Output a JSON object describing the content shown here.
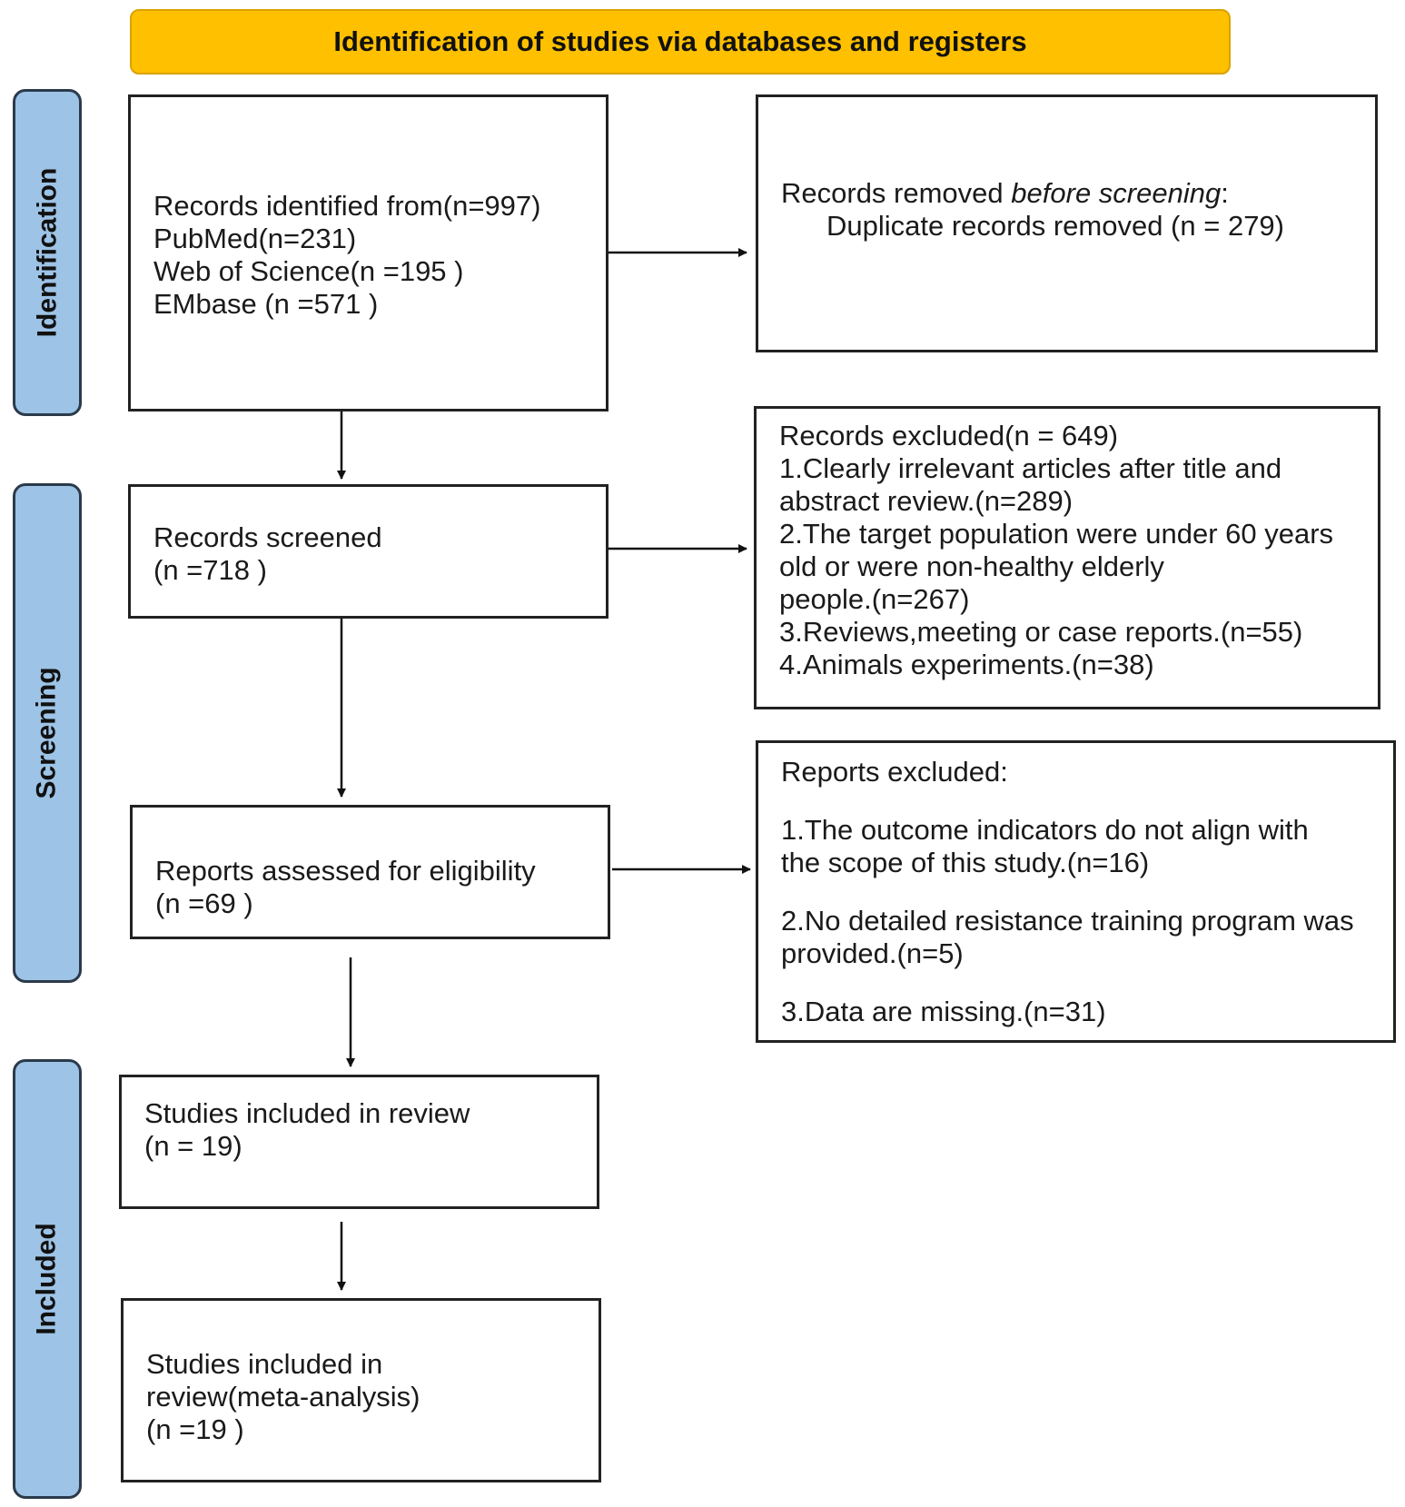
{
  "header": {
    "title": "Identification of studies via databases and registers"
  },
  "phases": {
    "identification": "Identification",
    "screening": "Screening",
    "included": "Included"
  },
  "boxes": {
    "records_identified": {
      "lines": [
        "Records identified from(n=997)",
        "PubMed(n=231)",
        "Web of Science(n =195 )",
        "EMbase (n =571 )"
      ]
    },
    "records_removed": {
      "label_prefix": "Records removed ",
      "label_italic": "before screening",
      "label_suffix": ":",
      "duplicates": "Duplicate records removed  (n = 279)"
    },
    "records_screened": {
      "lines": [
        "Records screened",
        "(n =718 )"
      ]
    },
    "records_excluded": {
      "lines": [
        "Records excluded(n = 649)",
        "1.Clearly irrelevant articles after title and",
        "abstract review.(n=289)",
        "2.The target population were under 60 years",
        "old or were non-healthy elderly",
        "people.(n=267)",
        "3.Reviews,meeting or case reports.(n=55)",
        "4.Animals experiments.(n=38)"
      ]
    },
    "reports_assessed": {
      "lines": [
        "Reports assessed for eligibility",
        "(n =69 )"
      ]
    },
    "reports_excluded": {
      "title": "Reports excluded:",
      "item1": [
        "1.The outcome indicators do not align with",
        "the scope of this study.(n=16)"
      ],
      "item2": [
        "2.No detailed resistance training program was",
        "provided.(n=5)"
      ],
      "item3": [
        "3.Data are missing.(n=31)"
      ]
    },
    "studies_included": {
      "lines": [
        "Studies included in review",
        "(n = 19)"
      ]
    },
    "studies_meta": {
      "lines": [
        "Studies  included in",
        "review(meta-analysis)",
        "(n =19 )"
      ]
    }
  }
}
